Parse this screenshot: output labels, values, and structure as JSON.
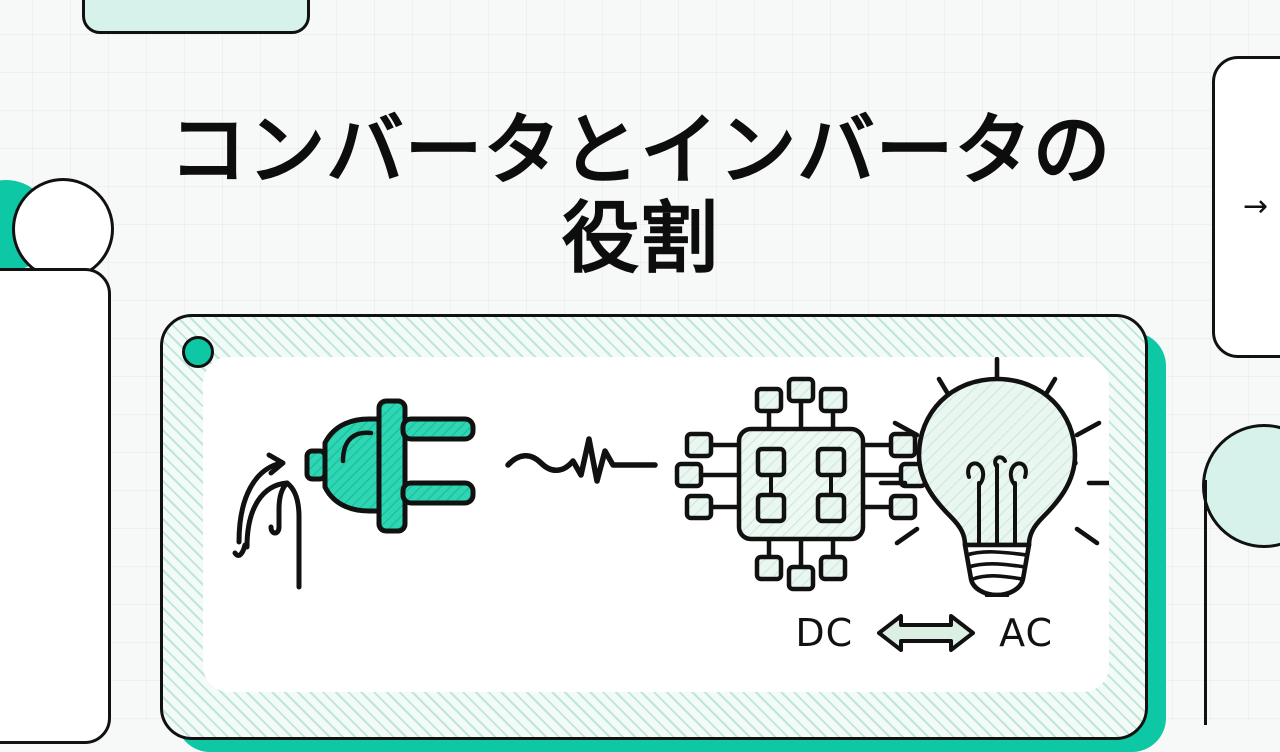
{
  "slide": {
    "title": "コンバータとインバータの役割",
    "background_color": "#f7f8f8",
    "accent_teal": "#0ec8a5",
    "accent_mint": "#d6f2ea",
    "ink": "#111111"
  },
  "decorations": {
    "top_mint_bar": "",
    "left_teal_circle": "",
    "left_white_circle": "",
    "left_white_panel": "",
    "right_mint_circle": "",
    "right_vertical_line": "",
    "next_arrow_card": {
      "arrow_glyph": "→",
      "icon": "arrow-right-icon"
    }
  },
  "illustration_card": {
    "corner_dot": "",
    "items": [
      {
        "name": "power-plug-icon",
        "label": ""
      },
      {
        "name": "waveform-left-icon",
        "label": ""
      },
      {
        "name": "microchip-icon",
        "label": ""
      },
      {
        "name": "waveform-right-icon",
        "label": ""
      },
      {
        "name": "lightbulb-icon",
        "label": ""
      }
    ],
    "conversion": {
      "left_label": "DC",
      "arrow_glyph": "⟷",
      "right_label": "AC"
    }
  }
}
